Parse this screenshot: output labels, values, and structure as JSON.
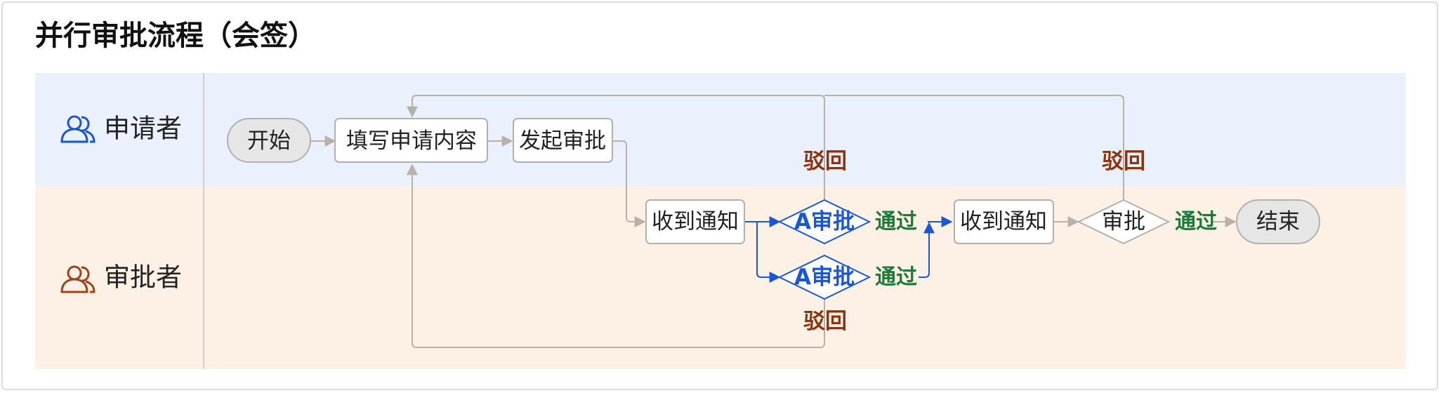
{
  "title": "并行审批流程（会签）",
  "lanes": {
    "applicant": "申请者",
    "approver": "审批者"
  },
  "icons": {
    "applicant": "users-icon",
    "approver": "users-icon"
  },
  "nodes": {
    "start": "开始",
    "fill_form": "填写申请内容",
    "submit": "发起审批",
    "notify_1": "收到通知",
    "approve_a_top": "A审批",
    "approve_a_bottom": "A审批",
    "notify_2": "收到通知",
    "approve": "审批",
    "end": "结束"
  },
  "edge_labels": {
    "pass_top": "通过",
    "pass_bottom": "通过",
    "pass_final": "通过",
    "reject_left_top": "驳回",
    "reject_right": "驳回",
    "reject_left_bottom": "驳回"
  },
  "colors": {
    "lane_applicant_bg": "#eaf0fc",
    "lane_approver_bg": "#fdf1e5",
    "applicant_icon": "#1a56c9",
    "approver_icon": "#a0421a",
    "flow_blue": "#1a56d6",
    "pass_green": "#1b7a3a",
    "reject_brown": "#8a3510",
    "gray_arrow": "#b8b1aa"
  }
}
